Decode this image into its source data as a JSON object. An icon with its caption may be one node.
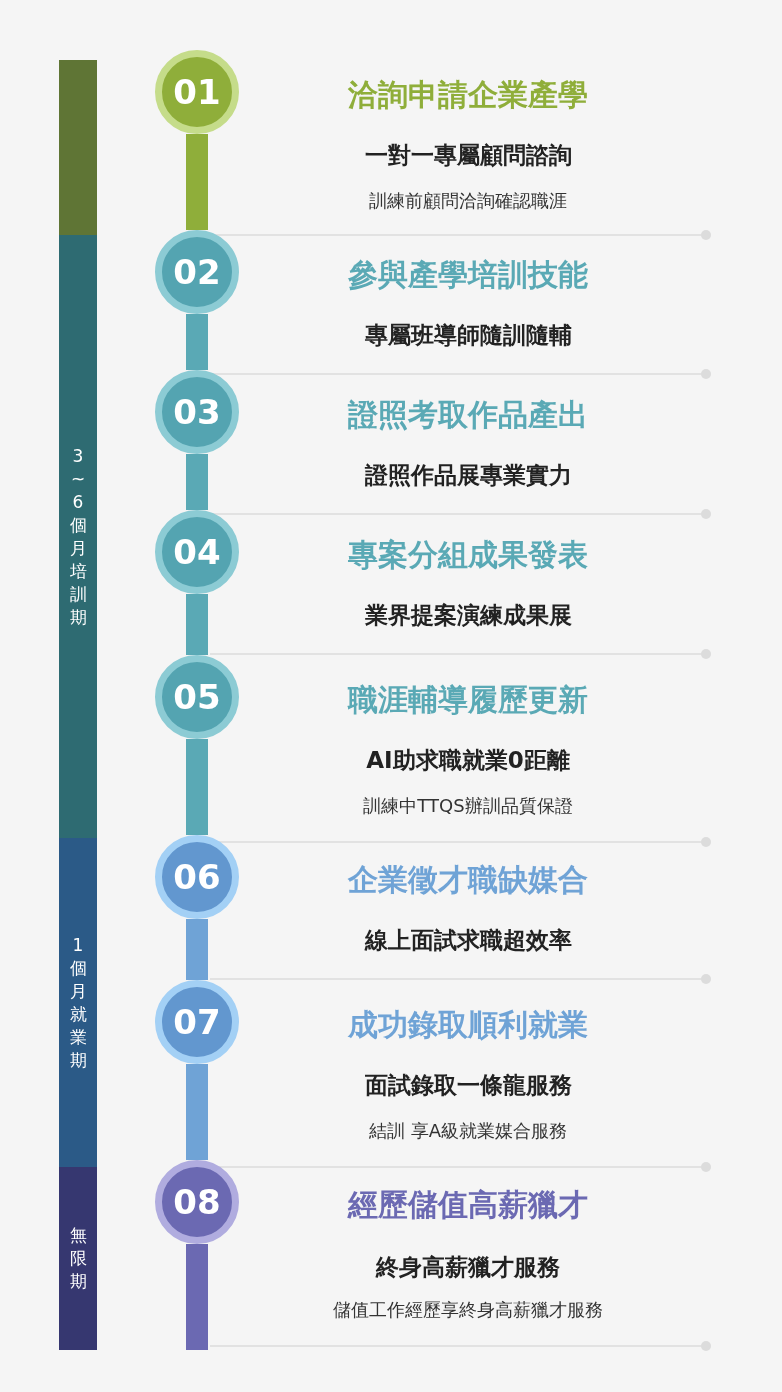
{
  "diagram": {
    "nodes": [
      {
        "text": [],
        "shape": "bar"
      },
      {
        "text": [
          "3~6個月培訓期"
        ]
      },
      {
        "text": [
          "1個月就業期"
        ]
      },
      {
        "text": [
          "無限期"
        ]
      },
      {
        "text": [
          "01"
        ],
        "beside": [
          "洽詢申請企業產學",
          "一對一專屬顧問諮詢",
          "訓練前顧問洽詢確認職涯"
        ]
      },
      {
        "text": [
          "02"
        ],
        "beside": [
          "參與產學培訓技能",
          "專屬班導師隨訓隨輔"
        ]
      },
      {
        "text": [
          "03"
        ],
        "beside": [
          "證照考取作品產出",
          "證照作品展專業實力"
        ]
      },
      {
        "text": [
          "04"
        ],
        "beside": [
          "專案分組成果發表",
          "業界提案演練成果展"
        ]
      },
      {
        "text": [
          "05"
        ],
        "beside": [
          "職涯輔導履歷更新",
          "AI助求職就業0距離",
          "訓練中TTQS辦訓品質保證"
        ]
      },
      {
        "text": [
          "06"
        ],
        "beside": [
          "企業徵才職缺媒合",
          "線上面試求職超效率"
        ]
      },
      {
        "text": [
          "07"
        ],
        "beside": [
          "成功錄取順利就業",
          "面試錄取一條龍服務",
          "結訓 享A級就業媒合服務"
        ]
      },
      {
        "text": [
          "08"
        ],
        "beside": [
          "經歷儲值高薪獵才",
          "終身高薪獵才服務",
          "儲值工作經歷享終身高薪獵才服務"
        ]
      }
    ],
    "edges": [
      {
        "from": 4,
        "to": 5,
        "arrow": "none",
        "color": "#8fae3a"
      },
      {
        "from": 5,
        "to": 6,
        "arrow": "none"
      },
      {
        "from": 6,
        "to": 7,
        "arrow": "none"
      },
      {
        "from": 7,
        "to": 8,
        "arrow": "none"
      },
      {
        "from": 8,
        "to": 9,
        "arrow": "none"
      },
      {
        "from": 9,
        "to": 10,
        "arrow": "none",
        "color": "#6fa3d6"
      },
      {
        "from": 10,
        "to": 11,
        "arrow": "none",
        "color": "#6fa3d6"
      },
      {
        "from": 11,
        "to": null,
        "arrow": "none",
        "color": "#6b69b2"
      }
    ]
  }
}
